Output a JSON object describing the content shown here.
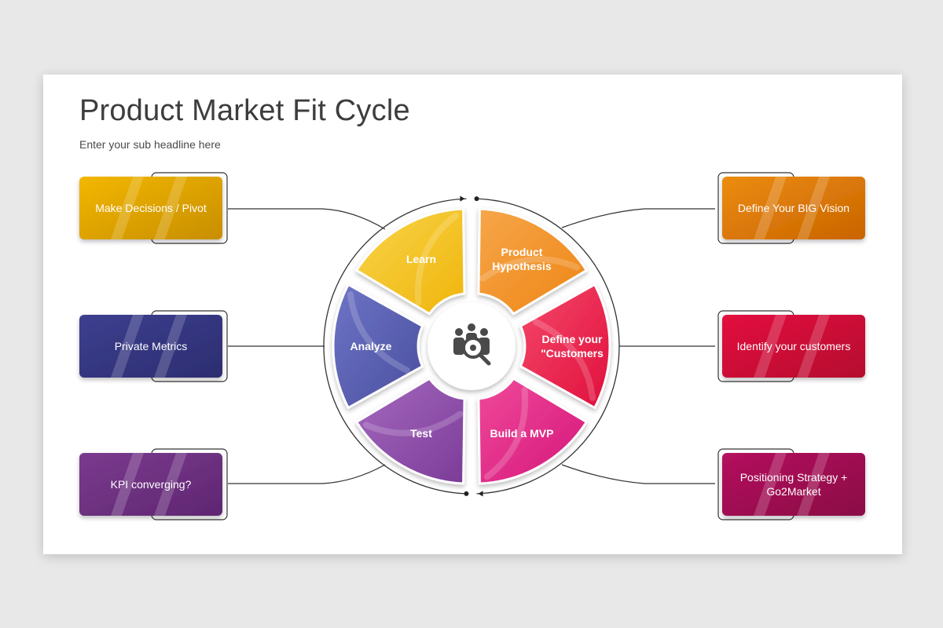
{
  "slide": {
    "title": "Product Market Fit Cycle",
    "subtitle": "Enter your sub headline here"
  },
  "left_boxes": [
    {
      "label": "Make Decisions / Pivot",
      "color_from": "#f2b705",
      "color_to": "#c88e00"
    },
    {
      "label": "Private Metrics",
      "color_from": "#3d3f8f",
      "color_to": "#2c2d70"
    },
    {
      "label": "KPI converging?",
      "color_from": "#7b3a8e",
      "color_to": "#5e2671"
    }
  ],
  "right_boxes": [
    {
      "label": "Define Your BIG Vision",
      "color_from": "#ec8c10",
      "color_to": "#c96400"
    },
    {
      "label": "Identify your customers",
      "color_from": "#e3123f",
      "color_to": "#b5072e"
    },
    {
      "label": "Positioning Strategy + Go2Market",
      "color_from": "#b4125e",
      "color_to": "#8a0a45"
    }
  ],
  "cycle": [
    {
      "label": "Learn",
      "color_from": "#f7d44a",
      "color_to": "#f0b50c"
    },
    {
      "label": "Product Hypothesis",
      "color_from": "#f6a64a",
      "color_to": "#ee8514"
    },
    {
      "label": "Define your \"Customers",
      "color_from": "#f5486b",
      "color_to": "#e0103c"
    },
    {
      "label": "Build a MVP",
      "color_from": "#f04a9a",
      "color_to": "#d4157a"
    },
    {
      "label": "Test",
      "color_from": "#a569bf",
      "color_to": "#7b3c98"
    },
    {
      "label": "Analyze",
      "color_from": "#6e74c6",
      "color_to": "#4a4f9f"
    }
  ],
  "center_icon": "people-search-icon"
}
